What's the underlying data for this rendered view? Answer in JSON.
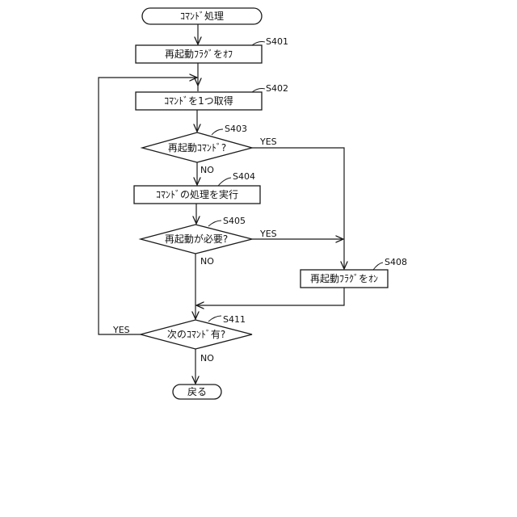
{
  "flowchart": {
    "start": "ｺﾏﾝﾄﾞ処理",
    "end": "戻る",
    "steps": {
      "s401": {
        "id": "S401",
        "text": "再起動ﾌﾗｸﾞをｵﾌ"
      },
      "s402": {
        "id": "S402",
        "text": "ｺﾏﾝﾄﾞを1つ取得"
      },
      "s403": {
        "id": "S403",
        "text": "再起動ｺﾏﾝﾄﾞ?"
      },
      "s404": {
        "id": "S404",
        "text": "ｺﾏﾝﾄﾞの処理を実行"
      },
      "s405": {
        "id": "S405",
        "text": "再起動が必要?"
      },
      "s408": {
        "id": "S408",
        "text": "再起動ﾌﾗｸﾞをｵﾝ"
      },
      "s411": {
        "id": "S411",
        "text": "次のｺﾏﾝﾄﾞ有?"
      }
    },
    "labels": {
      "yes": "YES",
      "no": "NO"
    }
  }
}
